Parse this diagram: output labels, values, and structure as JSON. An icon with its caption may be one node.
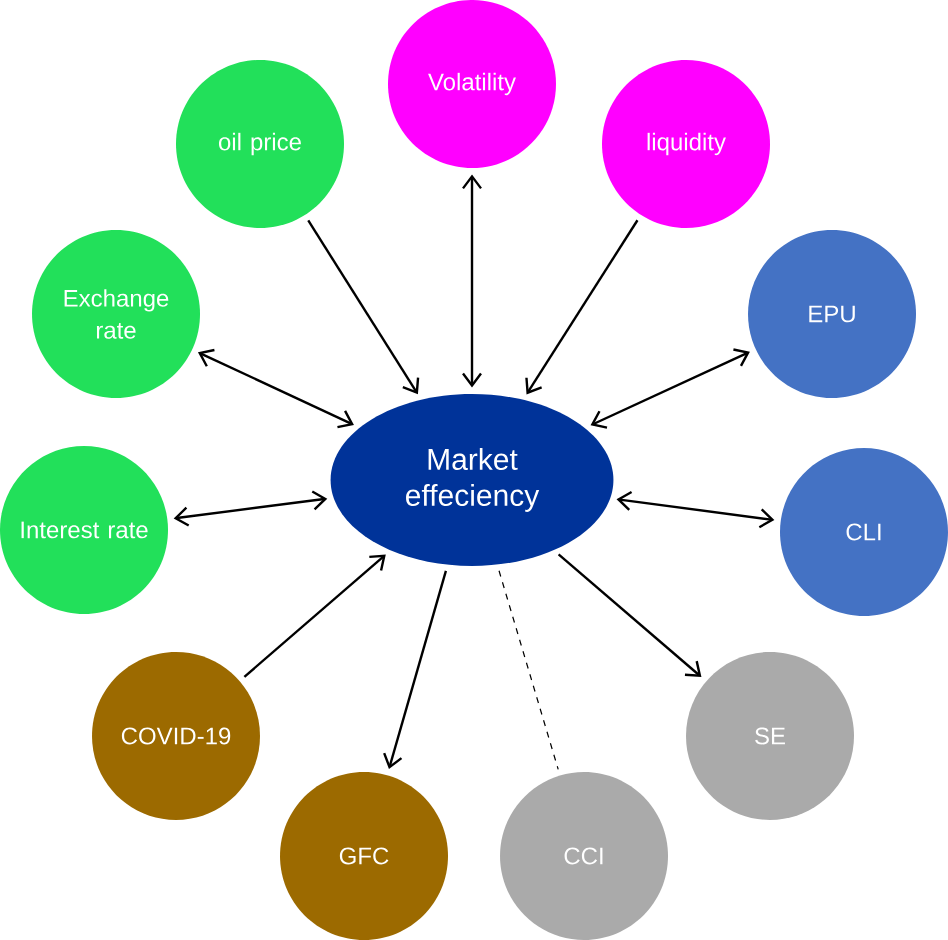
{
  "diagram": {
    "nodes": [
      {
        "text": [
          "Market effeciency"
        ]
      },
      {
        "text": [
          "Volatility"
        ]
      },
      {
        "text": [
          "oil price"
        ]
      },
      {
        "text": [
          "liquidity"
        ]
      },
      {
        "text": [
          "Exchange rate"
        ]
      },
      {
        "text": [
          "EPU"
        ]
      },
      {
        "text": [
          "Interest rate"
        ]
      },
      {
        "text": [
          "CLI"
        ]
      },
      {
        "text": [
          "COVID-19"
        ]
      },
      {
        "text": [
          "SE"
        ]
      },
      {
        "text": [
          "GFC"
        ]
      },
      {
        "text": [
          "CCI"
        ]
      }
    ],
    "edges": [
      {
        "from": 2,
        "to": 0,
        "arrow": "to"
      },
      {
        "from": 1,
        "to": 0,
        "arrow": "both"
      },
      {
        "from": 3,
        "to": 0,
        "arrow": "to"
      },
      {
        "from": 4,
        "to": 0,
        "arrow": "both"
      },
      {
        "from": 5,
        "to": 0,
        "arrow": "both"
      },
      {
        "from": 6,
        "to": 0,
        "arrow": "both"
      },
      {
        "from": 7,
        "to": 0,
        "arrow": "both"
      },
      {
        "from": 8,
        "to": 0,
        "arrow": "to"
      },
      {
        "from": 0,
        "to": 10,
        "arrow": "to"
      },
      {
        "from": 0,
        "to": 11,
        "arrow": "none",
        "style": "dashed"
      },
      {
        "from": 0,
        "to": 9,
        "arrow": "to"
      }
    ]
  }
}
